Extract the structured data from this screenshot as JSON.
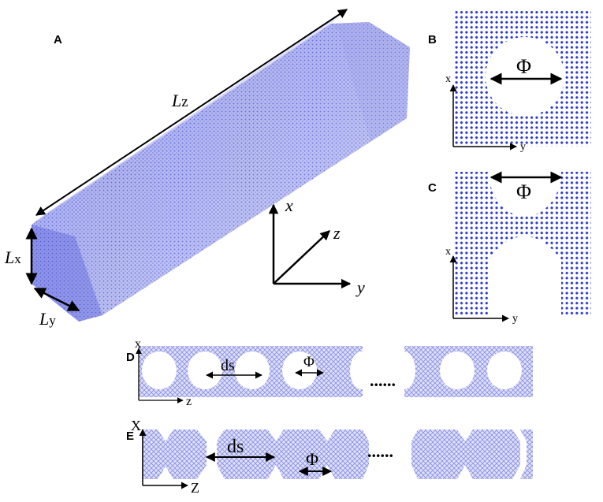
{
  "panels": {
    "A": {
      "label": "A",
      "length_z": "L",
      "length_z_sub": "z",
      "length_x": "L",
      "length_x_sub": "x",
      "length_y": "L",
      "length_y_sub": "y",
      "axes": {
        "x": "x",
        "y": "y",
        "z": "z"
      }
    },
    "B": {
      "label": "B",
      "phi": "Φ",
      "axis_x": "x",
      "axis_y": "y"
    },
    "C": {
      "label": "C",
      "phi": "Φ",
      "axis_x": "x",
      "axis_y": "y"
    },
    "D": {
      "label": "D",
      "ds": "ds",
      "phi": "Φ",
      "dots": "......",
      "axis_x": "x",
      "axis_z": "z"
    },
    "E": {
      "label": "E",
      "ds": "ds",
      "phi": "Φ",
      "dots": "......",
      "axis_x": "X",
      "axis_z": "Z"
    }
  },
  "colors": {
    "lattice": "#3b46d8",
    "lattice_light": "#8f95e6",
    "arrow": "#000000"
  }
}
